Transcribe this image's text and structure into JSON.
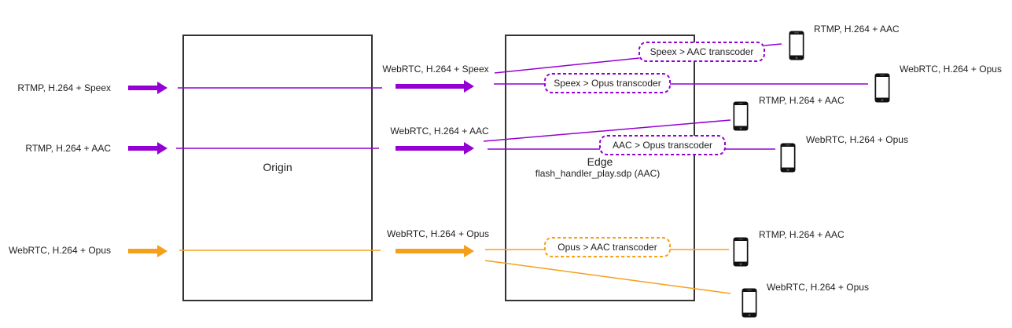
{
  "colors": {
    "purple": "#9400d3",
    "orange": "#f5a01a",
    "box_border": "#333333",
    "text": "#222222",
    "phone": "#111111"
  },
  "boxes": {
    "origin": {
      "title": "Origin"
    },
    "edge": {
      "title": "Edge",
      "subtitle": "flash_handler_play.sdp (AAC)"
    }
  },
  "inputs": [
    {
      "label": "RTMP, H.264 + Speex",
      "color": "purple"
    },
    {
      "label": "RTMP, H.264 + AAC",
      "color": "purple"
    },
    {
      "label": "WebRTC, H.264 + Opus",
      "color": "orange"
    }
  ],
  "internal_streams": [
    {
      "label": "WebRTC, H.264 + Speex",
      "color": "purple"
    },
    {
      "label": "WebRTC, H.264 + AAC",
      "color": "purple"
    },
    {
      "label": "WebRTC, H.264 + Opus",
      "color": "orange"
    }
  ],
  "transcoders": [
    {
      "label": "Speex > AAC transcoder",
      "color": "purple"
    },
    {
      "label": "Speex > Opus transcoder",
      "color": "purple"
    },
    {
      "label": "AAC > Opus transcoder",
      "color": "purple"
    },
    {
      "label": "Opus > AAC transcoder",
      "color": "orange"
    }
  ],
  "outputs": [
    {
      "label": "RTMP, H.264 + AAC",
      "icon": "mobile-phone-icon"
    },
    {
      "label": "WebRTC, H.264 + Opus",
      "icon": "mobile-phone-icon"
    },
    {
      "label": "RTMP, H.264 + AAC",
      "icon": "mobile-phone-icon"
    },
    {
      "label": "WebRTC, H.264 + Opus",
      "icon": "mobile-phone-icon"
    },
    {
      "label": "RTMP, H.264 + AAC",
      "icon": "mobile-phone-icon"
    },
    {
      "label": "WebRTC, H.264 + Opus",
      "icon": "mobile-phone-icon"
    }
  ]
}
